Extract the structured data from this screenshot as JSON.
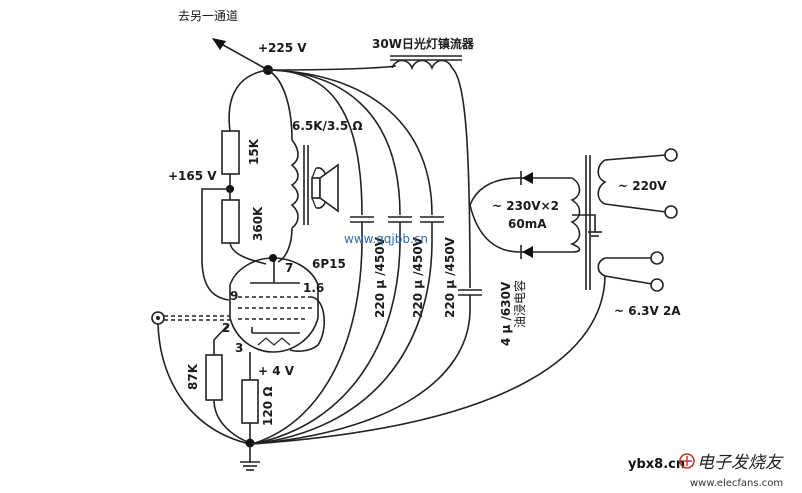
{
  "labels": {
    "to_other_channel": "去另一通道",
    "b_plus": "+225 V",
    "ballast": "30W日光灯镇流器",
    "output_tx": "6.5K/3.5 Ω",
    "r15k": "15K",
    "r360k": "360K",
    "v165": "+165 V",
    "tube": "6P15",
    "pin7": "7",
    "pin9": "9",
    "pin16": "1.6",
    "pin2": "2",
    "pin3": "3",
    "r87k": "87K",
    "v4": "+ 4 V",
    "r120": "120 Ω",
    "cap1": "220 μ /450V",
    "cap2": "220 μ /450V",
    "cap3": "220 μ /450V",
    "cap_oil": "4 μ /630V",
    "cap_oil_note": "油浸电容",
    "secondary_hv": "~ 230V×2",
    "secondary_ma": "60mA",
    "mains": "~ 220V",
    "heater": "~ 6.3V 2A"
  },
  "watermark": {
    "text": "www.qqjbb.cn"
  },
  "brand": {
    "site": "ybx8.cn",
    "name": "电子发烧友",
    "url": "www.elecfans.com"
  },
  "colors": {
    "line": "#222222",
    "watermark": "#2b6cb0"
  }
}
